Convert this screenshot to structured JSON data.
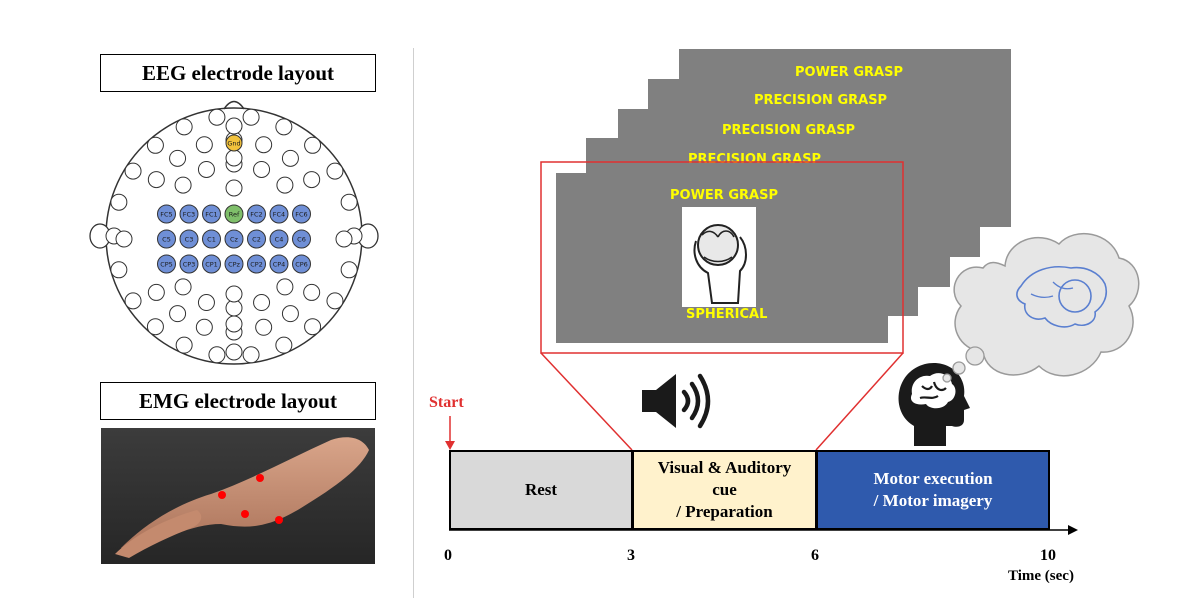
{
  "eeg": {
    "title": "EEG electrode layout",
    "electrodes": {
      "ground": "Gnd",
      "reference": "Ref",
      "fc_row": [
        "FC5",
        "FC3",
        "FC1",
        "Ref",
        "FC2",
        "FC4",
        "FC6"
      ],
      "c_row": [
        "C5",
        "C3",
        "C1",
        "Cz",
        "C2",
        "C4",
        "C6"
      ],
      "cp_row": [
        "CP5",
        "CP3",
        "CP1",
        "CPz",
        "CP2",
        "CP4",
        "CP6"
      ]
    },
    "colors": {
      "selected": "#6f8fd6",
      "reference": "#7fbf6a",
      "ground": "#f2c23c",
      "unused": "#ffffff"
    }
  },
  "emg": {
    "title": "EMG electrode layout",
    "electrode_color": "#ff0000"
  },
  "stimulus_slides": [
    {
      "label": "POWER GRASP"
    },
    {
      "label": "PRECISION GRASP"
    },
    {
      "label": "PRECISION GRASP"
    },
    {
      "label": "PRECISION GRASP"
    }
  ],
  "front_slide": {
    "label_top": "POWER GRASP",
    "label_bottom": "SPHERICAL"
  },
  "timeline": {
    "start_label": "Start",
    "phases": [
      {
        "label_line1": "Rest",
        "label_line2": "",
        "label_line3": "",
        "color": "#d9d9d9"
      },
      {
        "label_line1": "Visual & Auditory",
        "label_line2": "cue",
        "label_line3": "/ Preparation",
        "color": "#fff2cc"
      },
      {
        "label_line1": "Motor execution",
        "label_line2": "/ Motor imagery",
        "label_line3": "",
        "color": "#2f5aad"
      }
    ],
    "ticks": [
      "0",
      "3",
      "6",
      "10"
    ],
    "axis_label": "Time (sec)"
  },
  "icons": [
    "speaker-icon",
    "brain-head-icon",
    "thought-bubble-icon"
  ],
  "accent_color": "#e03030"
}
